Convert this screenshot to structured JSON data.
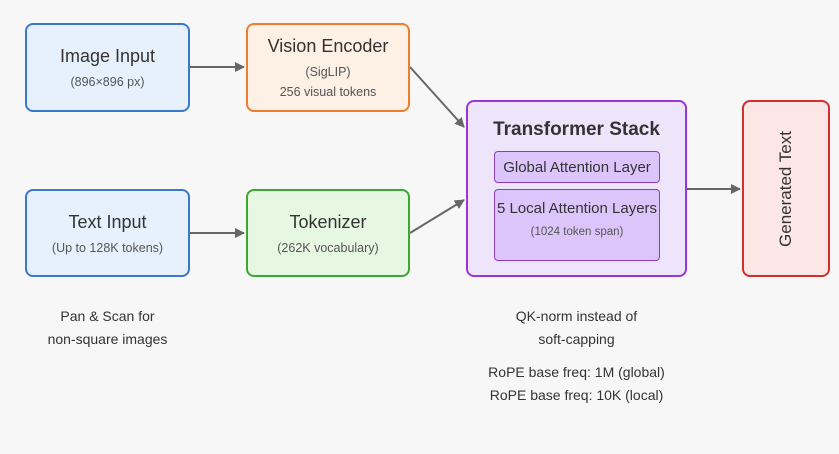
{
  "image_input": {
    "title": "Image Input",
    "subtitle": "(896×896 px)"
  },
  "text_input": {
    "title": "Text Input",
    "subtitle": "(Up to 128K tokens)"
  },
  "vision_encoder": {
    "title": "Vision Encoder",
    "subtitle": "(SigLIP)",
    "detail": "256 visual tokens"
  },
  "tokenizer": {
    "title": "Tokenizer",
    "subtitle": "(262K vocabulary)"
  },
  "transformer": {
    "title": "Transformer Stack",
    "global_layer": "Global Attention Layer",
    "local_layers": "5 Local Attention Layers",
    "local_span": "(1024 token span)"
  },
  "output": {
    "title": "Generated Text"
  },
  "notes": {
    "pan_scan_line1": "Pan & Scan for",
    "pan_scan_line2": "non-square images",
    "qk_norm_line1": "QK-norm instead of",
    "qk_norm_line2": "soft-capping",
    "rope_global": "RoPE base freq: 1M (global)",
    "rope_local": "RoPE base freq: 10K (local)"
  },
  "colors": {
    "input_border": "#3a78c9",
    "encoder_border": "#ee7d2d",
    "tokenizer_border": "#3aa834",
    "transformer_border": "#9d35d6",
    "output_border": "#d32f2f",
    "arrow": "#666666"
  }
}
